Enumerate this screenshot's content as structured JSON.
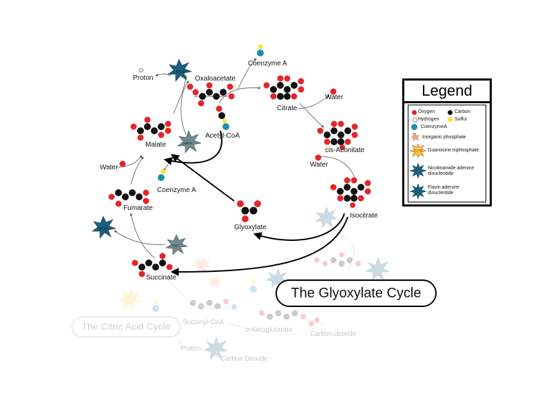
{
  "diagram": {
    "title": "The Glyoxylate Cycle",
    "faded_title": "The Citric Acid Cycle",
    "molecules": {
      "oxaloacetate": "Oxaloacetate",
      "acetyl_coa": "Acetyl-CoA",
      "citrate": "Citrate",
      "cis_aconitate": "cis-Aconitate",
      "isocitrate": "Isocitrate",
      "glyoxylate": "Glyoxylate",
      "succinate": "Succinate",
      "fumarate": "Fumarate",
      "malate": "Malate"
    },
    "byproducts": {
      "proton": "Proton",
      "coenzyme_a_top": "Coenzyme A",
      "water_citrate": "Water",
      "water_aconitate": "Water",
      "water_fumarate": "Water",
      "coenzyme_a_mid": "Coenzyme A"
    },
    "faded_labels": {
      "succinyl_coa": "Succinyl-CoA",
      "alpha_ketoglutarate": "α-Ketoglutarate",
      "carbon_dioxide_1": "Carbon dioxide",
      "carbon_dioxide_2": "Carbon Dioxide",
      "proton": "Proton"
    },
    "badges": {
      "nadh": "NADH",
      "fad": "FAD",
      "fadh2": "FADH2",
      "nad": "NAD+",
      "gtp": "GTP"
    }
  },
  "legend": {
    "title": "Legend",
    "items": [
      {
        "label": "Oxygen",
        "color": "#e3262b"
      },
      {
        "label": "Carbon",
        "color": "#111111"
      },
      {
        "label": "Hydrogen",
        "color": "#ffffff"
      },
      {
        "label": "Sulfur",
        "color": "#f3e92f"
      },
      {
        "label": "CoenzymeA",
        "color": "#1b8fb3"
      },
      {
        "label": "Inorganic phosphate",
        "color": "#f2a28a"
      },
      {
        "label": "Guanosine triphosphate",
        "color": "#f7d23a"
      },
      {
        "label": "Nicotinamide adenine dinucleotide",
        "color": "#1d5f7a"
      },
      {
        "label": "Flavin adenine dinucleotide",
        "color": "#1d5f7a"
      }
    ],
    "gtp_badge": "GTP"
  },
  "colors": {
    "oxygen": "#e3262b",
    "carbon": "#111111",
    "coa": "#1b8fb3",
    "sulfur": "#f3e92f",
    "star_dark": "#1d5f7a",
    "star_gray": "#6f8a8f"
  }
}
